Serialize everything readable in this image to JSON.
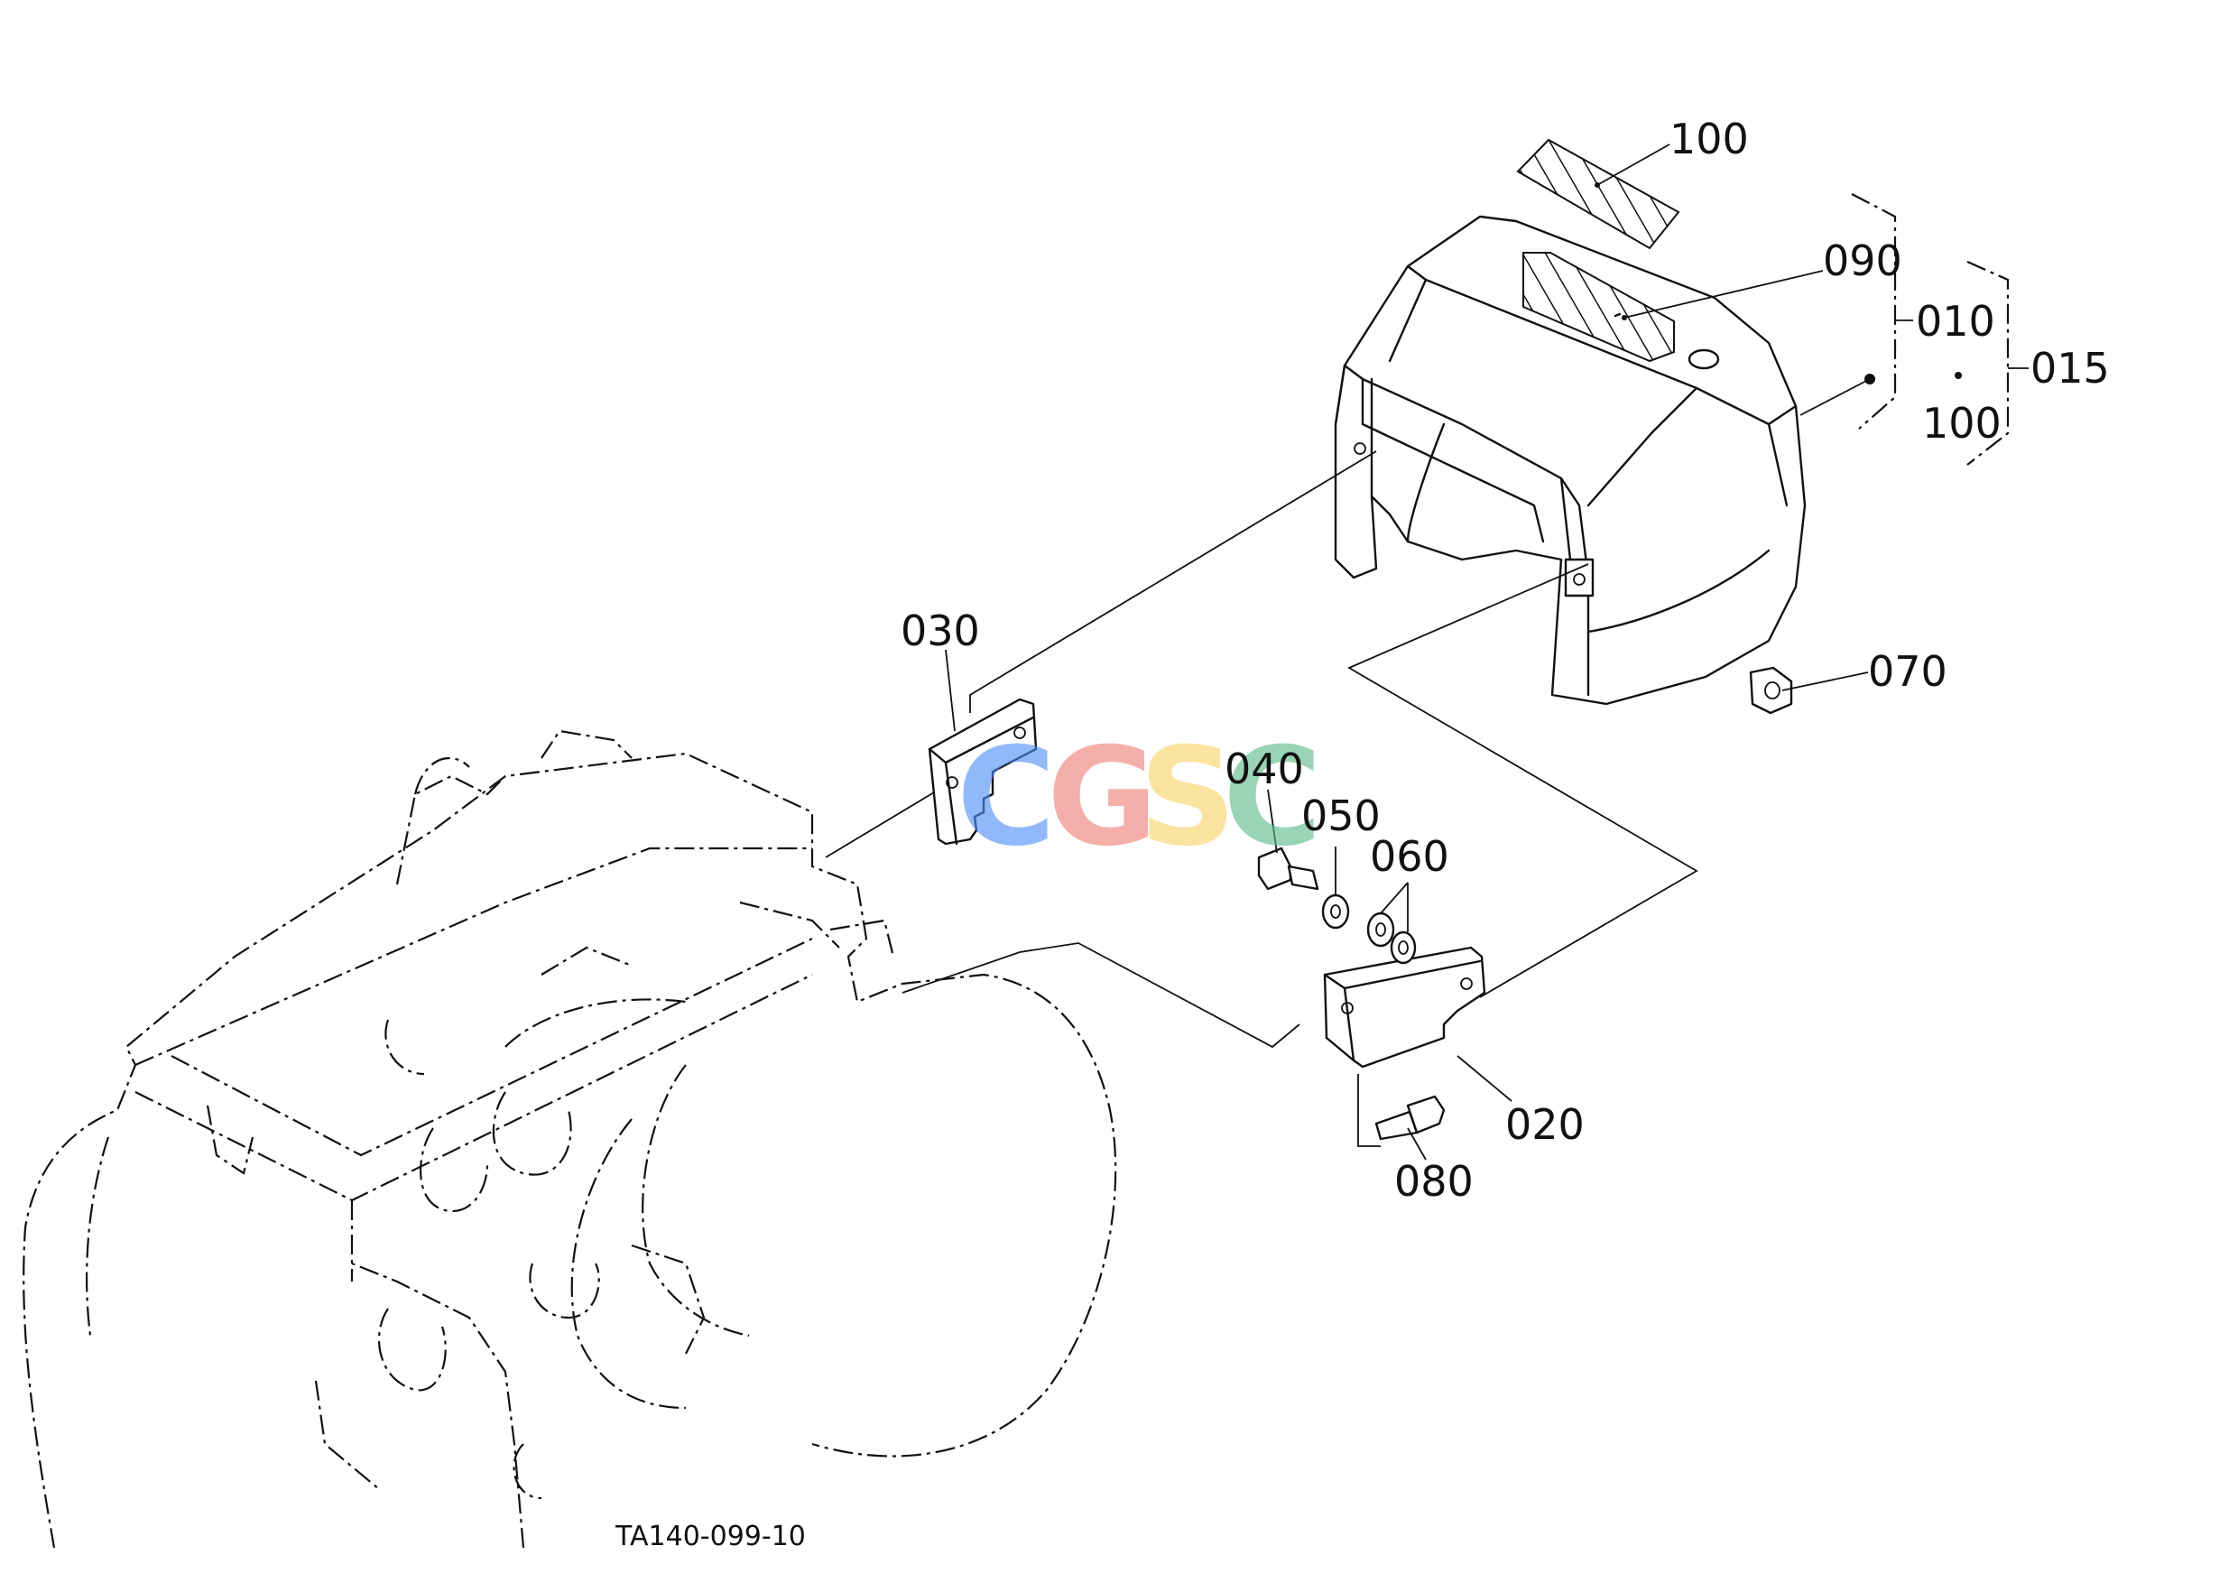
{
  "callouts": {
    "p100_top": "100",
    "p090": "090",
    "p010": "010",
    "p100_group": "100",
    "p015": "015",
    "p030": "030",
    "p040": "040",
    "p050": "050",
    "p060": "060",
    "p070": "070",
    "p020": "020",
    "p080": "080"
  },
  "drawing_code": "TA140-099-10",
  "watermark": {
    "letters": [
      "C",
      "G",
      "S",
      "C"
    ],
    "colors": [
      "#4f8ff7",
      "#f07f79",
      "#f7d567",
      "#5dbb8a"
    ]
  }
}
